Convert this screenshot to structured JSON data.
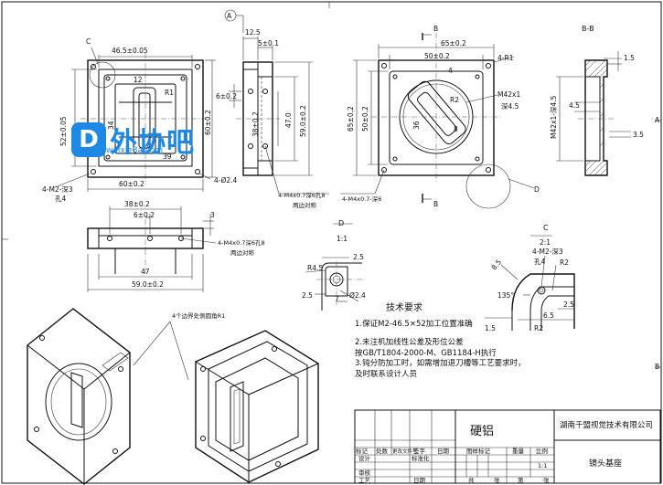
{
  "drawing": {
    "company": "湖南千盟视觉技术有限公司",
    "part_name": "镜头基座",
    "material": "硬铝",
    "scale": "1:1",
    "watermark": "外协吧",
    "watermark_url": "waixie8a.com"
  },
  "title_block": {
    "labels": [
      "标记",
      "处数",
      "更改文件号",
      "签字",
      "日期"
    ],
    "design": "设计",
    "standard": "标准化",
    "stage": "图样标记",
    "weight": "重量",
    "ratio": "比例",
    "review": "审核",
    "process": "工艺",
    "date": "日期",
    "sheets_total": "共",
    "sheets_this": "第",
    "zhang1": "张",
    "zhang2": "张"
  },
  "tech_requirements": {
    "title": "技术要求",
    "items": [
      "1.保证M2-46.5×52加工位置准确",
      "2.未注机加线性公差及形位公差",
      "按GB/T1804-2000-M、GB1184-H执行",
      "3.钝分防加工时，如需增加退刀槽等工艺要求时，",
      "及时联系设计人员"
    ]
  },
  "labels": {
    "datum_a": "A",
    "section_b_top": "B",
    "section_b_bottom": "B",
    "section_bb": "B-B",
    "detail_c_mark": "C",
    "detail_c_title": "C",
    "detail_c_scale": "2:1",
    "detail_d_mark": "D",
    "detail_d_title": "D",
    "detail_d_scale": "1:1",
    "border_right_a": "A",
    "border_right_b": "B"
  },
  "dims_front": {
    "w_top": "46.5±0.05",
    "w_bottom": "60±0.2",
    "h_left": "52±0.05",
    "h_right": "60±0.2",
    "r1": "R1",
    "d12": "12",
    "d39": "39",
    "d34": "34",
    "thread": "4-M2-深3",
    "hole": "孔4",
    "bore": "4-Ø2.4"
  },
  "dims_side": {
    "t1": "12.5",
    "t2": "5±0.1",
    "h6": "6±0.2",
    "h38": "38±0.2",
    "h47": "47.0",
    "h59": "59.0±0.2",
    "thread": "4-M4x0.7深6孔8",
    "note": "两边对称"
  },
  "dims_top": {
    "w38": "38±0.2",
    "w6": "6±0.2",
    "d3": "3",
    "w47": "47",
    "w59": "59.0±0.2",
    "thread": "4-M4x0.7深6孔8",
    "note": "两边对称"
  },
  "dims_view2": {
    "w65": "65±0.2",
    "w50": "50±0.2",
    "r1": "4-R1",
    "d4": "4",
    "r2": "R2",
    "m42": "M42x1",
    "deep": "深4.5",
    "d36": "36",
    "d8": "8",
    "h65": "65±0.2",
    "h50": "50±0.2",
    "thread": "4-M4x0.7-深6"
  },
  "dims_bb": {
    "d15": "1.5",
    "d45": "4.5",
    "d35": "3.5",
    "thread": "M42x1-深4.5"
  },
  "dims_d": {
    "r45": "R4.5",
    "d25a": "2.5",
    "d25b": "2.5",
    "d7": "7",
    "bore": "Ø2.4"
  },
  "dims_c": {
    "thread": "4-M2-深3",
    "hole": "孔4",
    "r2": "R2",
    "d85": "8.5",
    "ang": "135°",
    "d15": "1.5",
    "d65": "6.5",
    "d25": "2.5",
    "r2b": "R2"
  },
  "iso_note": "4个边界处侧圆角R1"
}
